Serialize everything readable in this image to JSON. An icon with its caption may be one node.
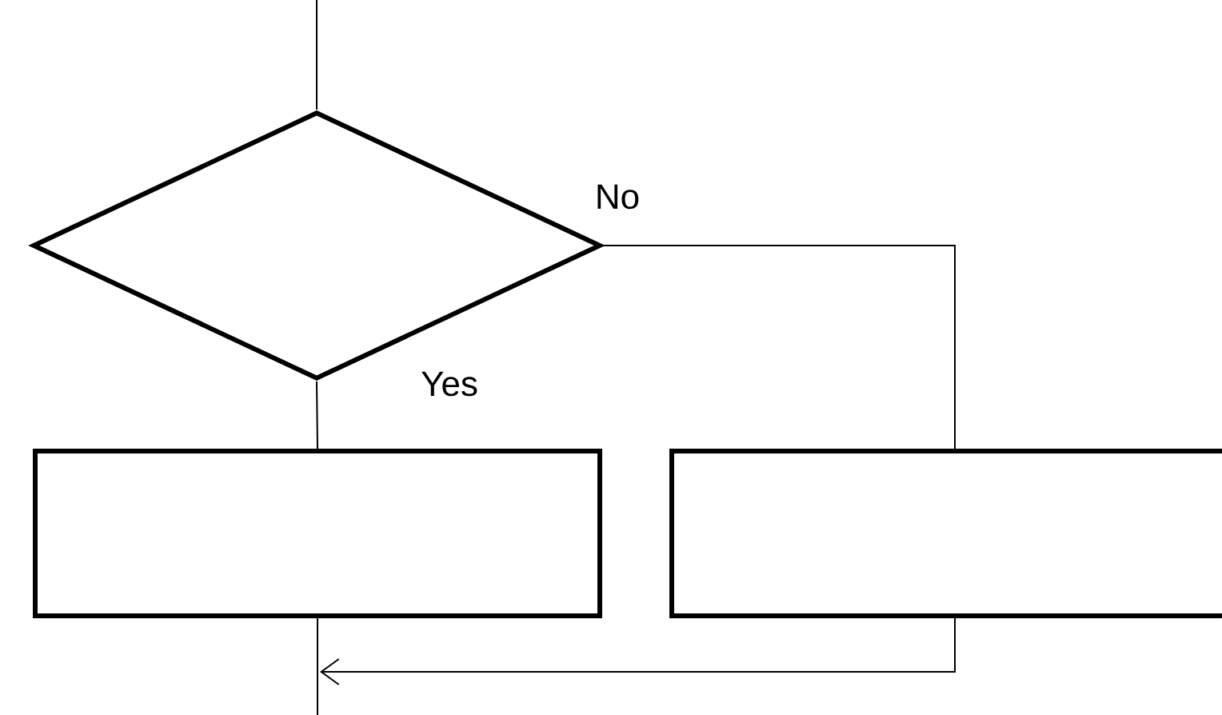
{
  "diagram": {
    "nodes": [
      {
        "text": [],
        "shape": "diamond"
      },
      {
        "text": [],
        "shape": "box"
      },
      {
        "text": [],
        "shape": "box"
      }
    ],
    "edges": [
      {
        "from": null,
        "to": 0,
        "arrow": "none"
      },
      {
        "from": 0,
        "to": 2,
        "arrow": "none",
        "label": "No"
      },
      {
        "from": 0,
        "to": 1,
        "arrow": "none",
        "label": "Yes"
      },
      {
        "from": 1,
        "to": null,
        "arrow": "none"
      },
      {
        "from": 2,
        "to": null,
        "arrow": "to"
      }
    ]
  }
}
